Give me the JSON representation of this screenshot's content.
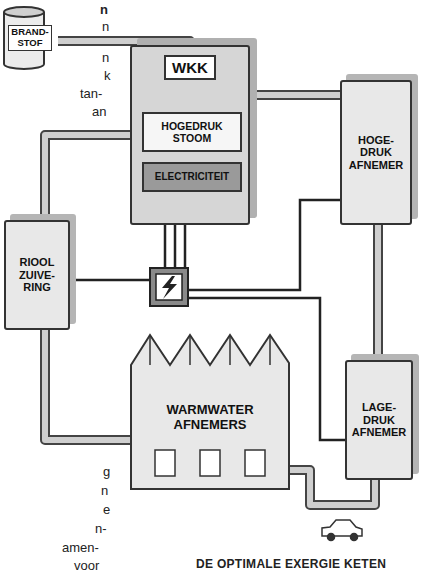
{
  "diagram": {
    "caption": "DE OPTIMALE EXERGIE KETEN",
    "nodes": [
      {
        "text": [
          "BRAND- STOF"
        ]
      },
      {
        "text": [
          "WKK"
        ]
      },
      {
        "text": [
          "HOGEDRUK STOOM"
        ],
        "in": 1
      },
      {
        "text": [
          "ELECTRICITEIT"
        ],
        "in": 1
      },
      {
        "text": [
          "HOGE- DRUK AFNEMER"
        ]
      },
      {
        "text": [
          "RIOOL ZUIVE- RING"
        ]
      },
      {
        "text": [
          "WARMWATER AFNEMERS"
        ]
      },
      {
        "text": [
          "LAGE- DRUK AFNEMER"
        ]
      }
    ],
    "edges": [
      {
        "from": 0,
        "to": 1,
        "arrow": "none"
      },
      {
        "from": 1,
        "to": 4,
        "arrow": "none"
      },
      {
        "from": 4,
        "to": 7,
        "arrow": "none"
      },
      {
        "from": 7,
        "to": 6,
        "arrow": "none"
      },
      {
        "from": 6,
        "to": 5,
        "arrow": "none"
      },
      {
        "from": 5,
        "to": 1,
        "arrow": "none"
      },
      {
        "from": 3,
        "to": 5,
        "arrow": "none"
      },
      {
        "from": 3,
        "to": 4,
        "arrow": "none"
      },
      {
        "from": 3,
        "to": 7,
        "arrow": "none"
      }
    ],
    "labels": [
      "n",
      "n",
      "n",
      "k",
      "tan-",
      "an",
      "g",
      "n",
      "e",
      "n-",
      "amen-",
      "voor"
    ]
  }
}
